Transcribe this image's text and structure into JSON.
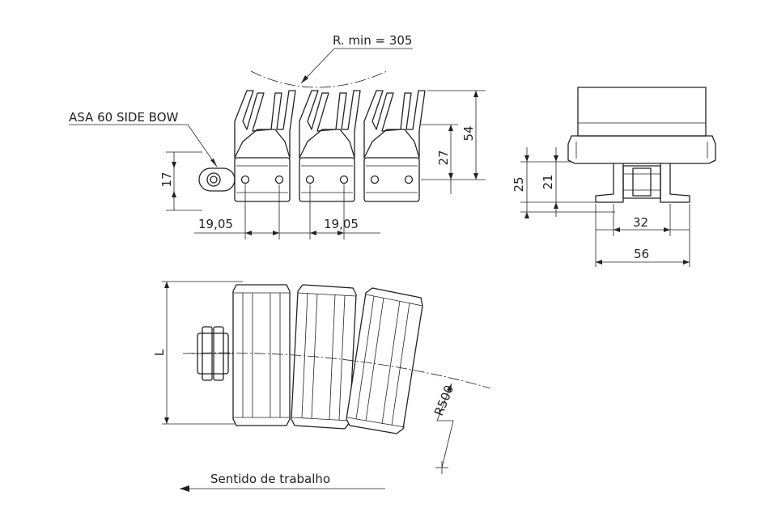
{
  "labels": {
    "radius_min": "R. min = 305",
    "side_bow": "ASA 60 SIDE BOW",
    "dim_17": "17",
    "dim_pitch_left": "19,05",
    "dim_pitch_right": "19,05",
    "dim_27": "27",
    "dim_54": "54",
    "dim_25": "25",
    "dim_21": "21",
    "dim_32": "32",
    "dim_56": "56",
    "dim_L": "L",
    "radius_500": "R500",
    "direction": "Sentido de trabalho"
  }
}
